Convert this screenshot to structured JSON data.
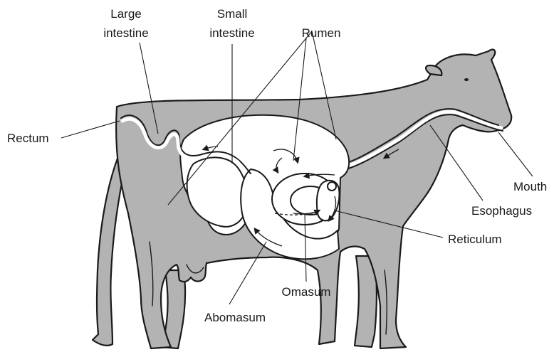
{
  "labels": {
    "large_intestine_line1": "Large",
    "large_intestine_line2": "intestine",
    "small_intestine_line1": "Small",
    "small_intestine_line2": "intestine",
    "rumen": "Rumen",
    "rectum": "Rectum",
    "mouth": "Mouth",
    "esophagus": "Esophagus",
    "reticulum": "Reticulum",
    "omasum": "Omasum",
    "abomasum": "Abomasum"
  },
  "colors": {
    "body": "#b3b3b3",
    "outline": "#1a1a1a",
    "organs": "#ffffff"
  }
}
